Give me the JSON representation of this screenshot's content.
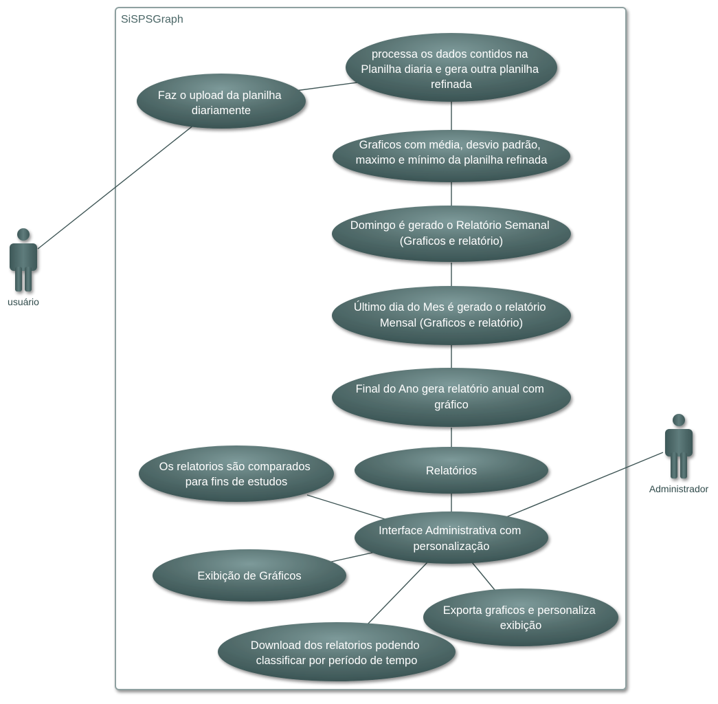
{
  "system": {
    "title": "SiSPSGraph"
  },
  "actors": {
    "user": {
      "label": "usuário"
    },
    "admin": {
      "label": "Administrador"
    }
  },
  "use_cases": {
    "upload": [
      "Faz o upload da planilha",
      "diariamente"
    ],
    "processa": [
      "processa os dados contidos na",
      "Planilha diaria e gera  outra planilha",
      "refinada"
    ],
    "graficos": [
      "Graficos com média, desvio padrão,",
      "maximo e mínimo da planilha refinada"
    ],
    "domingo": [
      "Domingo é gerado o Relatório Semanal",
      "(Graficos e relatório)"
    ],
    "ultimo": [
      "Último dia do Mes é gerado o relatório",
      "Mensal (Graficos e relatório)"
    ],
    "final": [
      "Final do Ano gera relatório anual com",
      "gráfico"
    ],
    "relatorios": [
      "Relatórios"
    ],
    "comparados": [
      "Os relatorios são comparados",
      "para fins de estudos"
    ],
    "interface": [
      "Interface Administrativa com",
      "personalização"
    ],
    "exibicao": [
      "Exibição de Gráficos"
    ],
    "exporta": [
      "Exporta graficos e personaliza",
      "exibição"
    ],
    "download": [
      "Download dos relatorios podendo",
      "classificar por período de tempo"
    ]
  },
  "colors": {
    "ellipse_light": "#6f8d8d",
    "ellipse_dark": "#3f5a5a",
    "actor": "#4f6b6b",
    "line": "#3e5555",
    "system_border": "#8ea0a0"
  }
}
